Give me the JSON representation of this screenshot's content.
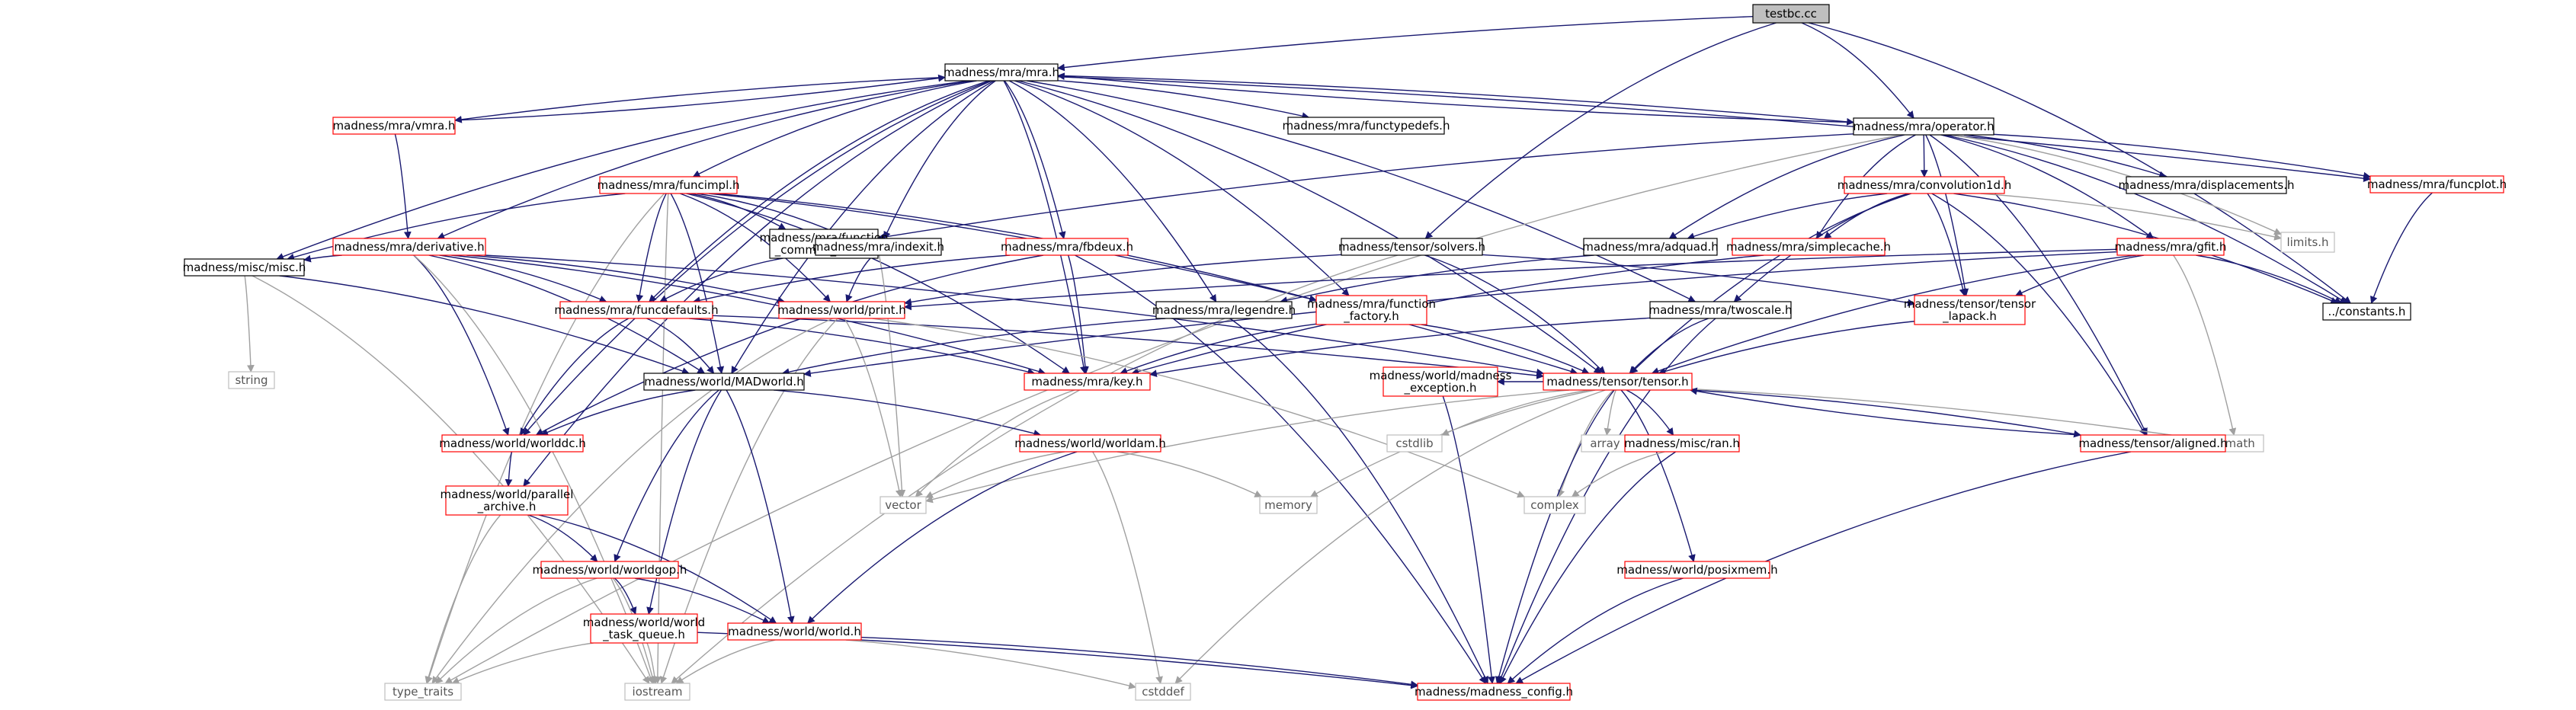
{
  "diagram": {
    "colors": {
      "edge": "#191970",
      "edge_std": "#a0a0a0",
      "box_black": "#000000",
      "box_red": "#ff0000",
      "box_gray": "#bfbfbf",
      "box_root_fill": "#bfbfbf",
      "text_default": "#000000",
      "text_std": "#555555"
    },
    "nodes": [
      {
        "id": "testbc",
        "label": "testbc.cc",
        "style": "root"
      },
      {
        "id": "mra",
        "label": "madness/mra/mra.h",
        "style": "black"
      },
      {
        "id": "operator",
        "label": "madness/mra/operator.h",
        "style": "black"
      },
      {
        "id": "vmra",
        "label": "madness/mra/vmra.h",
        "style": "red"
      },
      {
        "id": "functypedefs",
        "label": "madness/mra/functypedefs.h",
        "style": "black"
      },
      {
        "id": "funcplot",
        "label": "madness/mra/funcplot.h",
        "style": "red"
      },
      {
        "id": "funcimpl",
        "label": "madness/mra/funcimpl.h",
        "style": "red"
      },
      {
        "id": "convolution1d",
        "label": "madness/mra/convolution1d.h",
        "style": "red"
      },
      {
        "id": "displacements",
        "label": "madness/mra/displacements.h",
        "style": "black"
      },
      {
        "id": "derivative",
        "label": "madness/mra/derivative.h",
        "style": "red"
      },
      {
        "id": "function_common_data",
        "label": "madness/mra/function\n_common_data.h",
        "style": "black"
      },
      {
        "id": "indexit",
        "label": "madness/mra/indexit.h",
        "style": "black"
      },
      {
        "id": "fbdeux",
        "label": "madness/mra/fbdeux.h",
        "style": "red"
      },
      {
        "id": "solvers",
        "label": "madness/tensor/solvers.h",
        "style": "black"
      },
      {
        "id": "adquad",
        "label": "madness/mra/adquad.h",
        "style": "black"
      },
      {
        "id": "simplecache",
        "label": "madness/mra/simplecache.h",
        "style": "red"
      },
      {
        "id": "limits",
        "label": "limits.h",
        "style": "gray"
      },
      {
        "id": "gfit",
        "label": "madness/mra/gfit.h",
        "style": "red"
      },
      {
        "id": "constants",
        "label": "../constants.h",
        "style": "black"
      },
      {
        "id": "misc",
        "label": "madness/misc/misc.h",
        "style": "black"
      },
      {
        "id": "funcdefaults",
        "label": "madness/mra/funcdefaults.h",
        "style": "red"
      },
      {
        "id": "print",
        "label": "madness/world/print.h",
        "style": "red"
      },
      {
        "id": "legendre",
        "label": "madness/mra/legendre.h",
        "style": "black"
      },
      {
        "id": "function_factory",
        "label": "madness/mra/function\n_factory.h",
        "style": "red"
      },
      {
        "id": "twoscale",
        "label": "madness/mra/twoscale.h",
        "style": "black"
      },
      {
        "id": "tensor_lapack",
        "label": "madness/tensor/tensor\n_lapack.h",
        "style": "red"
      },
      {
        "id": "string",
        "label": "string",
        "style": "gray"
      },
      {
        "id": "madworld",
        "label": "madness/world/MADworld.h",
        "style": "black"
      },
      {
        "id": "key",
        "label": "madness/mra/key.h",
        "style": "red"
      },
      {
        "id": "madness_exception",
        "label": "madness/world/madness\n_exception.h",
        "style": "red"
      },
      {
        "id": "tensor",
        "label": "madness/tensor/tensor.h",
        "style": "red"
      },
      {
        "id": "worlddc",
        "label": "madness/world/worlddc.h",
        "style": "red"
      },
      {
        "id": "worldam",
        "label": "madness/world/worldam.h",
        "style": "red"
      },
      {
        "id": "cstdlib",
        "label": "cstdlib",
        "style": "gray"
      },
      {
        "id": "array",
        "label": "array",
        "style": "gray"
      },
      {
        "id": "ran",
        "label": "madness/misc/ran.h",
        "style": "red"
      },
      {
        "id": "cmath",
        "label": "cmath",
        "style": "gray"
      },
      {
        "id": "aligned",
        "label": "madness/tensor/aligned.h",
        "style": "red"
      },
      {
        "id": "parallel_archive",
        "label": "madness/world/parallel\n_archive.h",
        "style": "red"
      },
      {
        "id": "vector",
        "label": "vector",
        "style": "gray"
      },
      {
        "id": "memory",
        "label": "memory",
        "style": "gray"
      },
      {
        "id": "complex",
        "label": "complex",
        "style": "gray"
      },
      {
        "id": "worldgop",
        "label": "madness/world/worldgop.h",
        "style": "red"
      },
      {
        "id": "posixmem",
        "label": "madness/world/posixmem.h",
        "style": "red"
      },
      {
        "id": "world_task_queue",
        "label": "madness/world/world\n_task_queue.h",
        "style": "red"
      },
      {
        "id": "world",
        "label": "madness/world/world.h",
        "style": "red"
      },
      {
        "id": "type_traits",
        "label": "type_traits",
        "style": "gray"
      },
      {
        "id": "iostream",
        "label": "iostream",
        "style": "gray"
      },
      {
        "id": "cstddef",
        "label": "cstddef",
        "style": "gray"
      },
      {
        "id": "madness_config",
        "label": "madness/madness_config.h",
        "style": "red"
      }
    ],
    "edges": [
      [
        "testbc",
        "mra"
      ],
      [
        "testbc",
        "operator"
      ],
      [
        "testbc",
        "solvers"
      ],
      [
        "testbc",
        "constants"
      ],
      [
        "mra",
        "vmra"
      ],
      [
        "mra",
        "functypedefs"
      ],
      [
        "mra",
        "operator"
      ],
      [
        "mra",
        "funcimpl"
      ],
      [
        "mra",
        "derivative"
      ],
      [
        "mra",
        "indexit"
      ],
      [
        "mra",
        "fbdeux"
      ],
      [
        "mra",
        "misc"
      ],
      [
        "mra",
        "funcdefaults"
      ],
      [
        "mra",
        "legendre"
      ],
      [
        "mra",
        "function_factory"
      ],
      [
        "mra",
        "twoscale"
      ],
      [
        "mra",
        "madworld"
      ],
      [
        "mra",
        "key"
      ],
      [
        "mra",
        "tensor"
      ],
      [
        "mra",
        "worlddc"
      ],
      [
        "mra",
        "parallel_archive"
      ],
      [
        "mra",
        "funcplot"
      ],
      [
        "vmra",
        "mra"
      ],
      [
        "vmra",
        "derivative"
      ],
      [
        "operator",
        "mra"
      ],
      [
        "operator",
        "convolution1d"
      ],
      [
        "operator",
        "displacements"
      ],
      [
        "operator",
        "funcplot"
      ],
      [
        "operator",
        "adquad"
      ],
      [
        "operator",
        "simplecache"
      ],
      [
        "operator",
        "limits"
      ],
      [
        "operator",
        "gfit"
      ],
      [
        "operator",
        "constants"
      ],
      [
        "operator",
        "function_common_data"
      ],
      [
        "operator",
        "tensor_lapack"
      ],
      [
        "operator",
        "aligned"
      ],
      [
        "operator",
        "type_traits"
      ],
      [
        "funcplot",
        "constants"
      ],
      [
        "funcimpl",
        "function_common_data"
      ],
      [
        "funcimpl",
        "indexit"
      ],
      [
        "funcimpl",
        "misc"
      ],
      [
        "funcimpl",
        "funcdefaults"
      ],
      [
        "funcimpl",
        "print"
      ],
      [
        "funcimpl",
        "key"
      ],
      [
        "funcimpl",
        "tensor"
      ],
      [
        "funcimpl",
        "madworld"
      ],
      [
        "funcimpl",
        "function_factory"
      ],
      [
        "funcimpl",
        "type_traits"
      ],
      [
        "funcimpl",
        "iostream"
      ],
      [
        "convolution1d",
        "adquad"
      ],
      [
        "convolution1d",
        "simplecache"
      ],
      [
        "convolution1d",
        "limits"
      ],
      [
        "convolution1d",
        "twoscale"
      ],
      [
        "convolution1d",
        "tensor"
      ],
      [
        "convolution1d",
        "aligned"
      ],
      [
        "convolution1d",
        "constants"
      ],
      [
        "convolution1d",
        "tensor_lapack"
      ],
      [
        "derivative",
        "misc"
      ],
      [
        "derivative",
        "funcdefaults"
      ],
      [
        "derivative",
        "print"
      ],
      [
        "derivative",
        "madworld"
      ],
      [
        "derivative",
        "key"
      ],
      [
        "derivative",
        "tensor"
      ],
      [
        "derivative",
        "worlddc"
      ],
      [
        "derivative",
        "iostream"
      ],
      [
        "function_common_data",
        "funcdefaults"
      ],
      [
        "indexit",
        "print"
      ],
      [
        "indexit",
        "vector"
      ],
      [
        "fbdeux",
        "funcdefaults"
      ],
      [
        "fbdeux",
        "key"
      ],
      [
        "fbdeux",
        "worlddc"
      ],
      [
        "fbdeux",
        "madness_config"
      ],
      [
        "solvers",
        "print"
      ],
      [
        "solvers",
        "tensor"
      ],
      [
        "solvers",
        "tensor_lapack"
      ],
      [
        "solvers",
        "iostream"
      ],
      [
        "adquad",
        "legendre"
      ],
      [
        "simplecache",
        "key"
      ],
      [
        "gfit",
        "constants"
      ],
      [
        "gfit",
        "tensor_lapack"
      ],
      [
        "gfit",
        "tensor"
      ],
      [
        "gfit",
        "cmath"
      ],
      [
        "gfit",
        "madworld"
      ],
      [
        "gfit",
        "print"
      ],
      [
        "misc",
        "string"
      ],
      [
        "misc",
        "madworld"
      ],
      [
        "misc",
        "iostream"
      ],
      [
        "funcdefaults",
        "madworld"
      ],
      [
        "funcdefaults",
        "tensor"
      ],
      [
        "funcdefaults",
        "key"
      ],
      [
        "funcdefaults",
        "worlddc"
      ],
      [
        "print",
        "type_traits"
      ],
      [
        "print",
        "vector"
      ],
      [
        "print",
        "complex"
      ],
      [
        "print",
        "iostream"
      ],
      [
        "legendre",
        "madworld"
      ],
      [
        "legendre",
        "madness_config"
      ],
      [
        "function_factory",
        "key"
      ],
      [
        "function_factory",
        "tensor"
      ],
      [
        "twoscale",
        "tensor"
      ],
      [
        "twoscale",
        "key"
      ],
      [
        "twoscale",
        "madness_config"
      ],
      [
        "tensor_lapack",
        "tensor"
      ],
      [
        "madworld",
        "worlddc"
      ],
      [
        "madworld",
        "worldam"
      ],
      [
        "madworld",
        "world"
      ],
      [
        "madworld",
        "worldgop"
      ],
      [
        "madworld",
        "world_task_queue"
      ],
      [
        "key",
        "vector"
      ],
      [
        "madness_exception",
        "madness_config"
      ],
      [
        "tensor",
        "aligned"
      ],
      [
        "tensor",
        "madness_exception"
      ],
      [
        "tensor",
        "cstdlib"
      ],
      [
        "tensor",
        "array"
      ],
      [
        "tensor",
        "ran"
      ],
      [
        "tensor",
        "cmath"
      ],
      [
        "tensor",
        "vector"
      ],
      [
        "tensor",
        "memory"
      ],
      [
        "tensor",
        "complex"
      ],
      [
        "tensor",
        "posixmem"
      ],
      [
        "tensor",
        "cstddef"
      ],
      [
        "tensor",
        "madness_config"
      ],
      [
        "aligned",
        "tensor"
      ],
      [
        "aligned",
        "madness_config"
      ],
      [
        "worlddc",
        "parallel_archive"
      ],
      [
        "worldam",
        "vector"
      ],
      [
        "worldam",
        "memory"
      ],
      [
        "worldam",
        "world"
      ],
      [
        "worldam",
        "cstddef"
      ],
      [
        "ran",
        "complex"
      ],
      [
        "ran",
        "madness_config"
      ],
      [
        "parallel_archive",
        "worldgop"
      ],
      [
        "parallel_archive",
        "world"
      ],
      [
        "parallel_archive",
        "type_traits"
      ],
      [
        "worldgop",
        "world_task_queue"
      ],
      [
        "worldgop",
        "world"
      ],
      [
        "worldgop",
        "type_traits"
      ],
      [
        "worldgop",
        "iostream"
      ],
      [
        "posixmem",
        "madness_config"
      ],
      [
        "world_task_queue",
        "type_traits"
      ],
      [
        "world_task_queue",
        "iostream"
      ],
      [
        "world_task_queue",
        "madness_config"
      ],
      [
        "world",
        "iostream"
      ],
      [
        "world",
        "cstddef"
      ],
      [
        "world",
        "madness_config"
      ]
    ]
  }
}
